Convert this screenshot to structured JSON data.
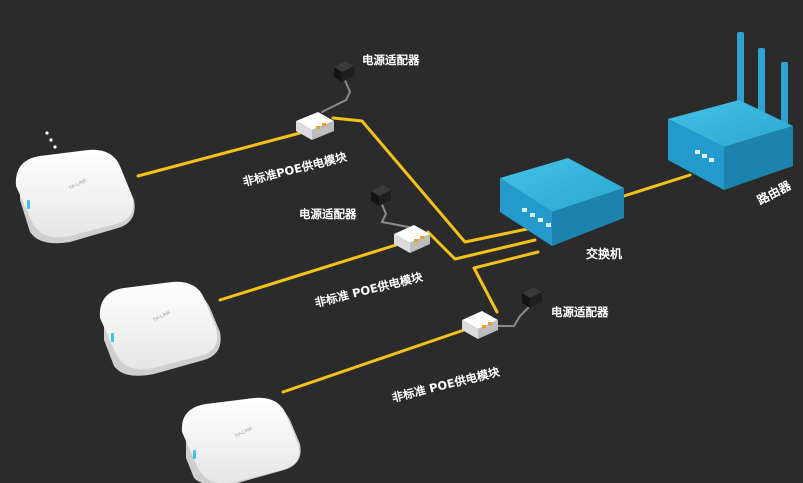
{
  "colors": {
    "background": "#2b2b2b",
    "cable": "#f2c21b",
    "power_cable": "#8a8a8a",
    "network_device": "#2fb0d8",
    "access_point": "#f1f1f1",
    "poe_injector": "#f3f3f3",
    "adapter": "#1c1c1c"
  },
  "labels": {
    "router": "路由器",
    "switch": "交换机",
    "poe_module_1": "非标准POE供电模块",
    "poe_module_2": "非标准 POE供电模块",
    "poe_module_3": "非标准 POE供电模块",
    "adapter_1": "电源适配器",
    "adapter_2": "电源适配器",
    "adapter_3": "电源适配器"
  },
  "icons": [
    "router-icon",
    "switch-icon",
    "access-point-icon",
    "poe-injector-icon",
    "power-adapter-icon",
    "led-dots-icon"
  ]
}
